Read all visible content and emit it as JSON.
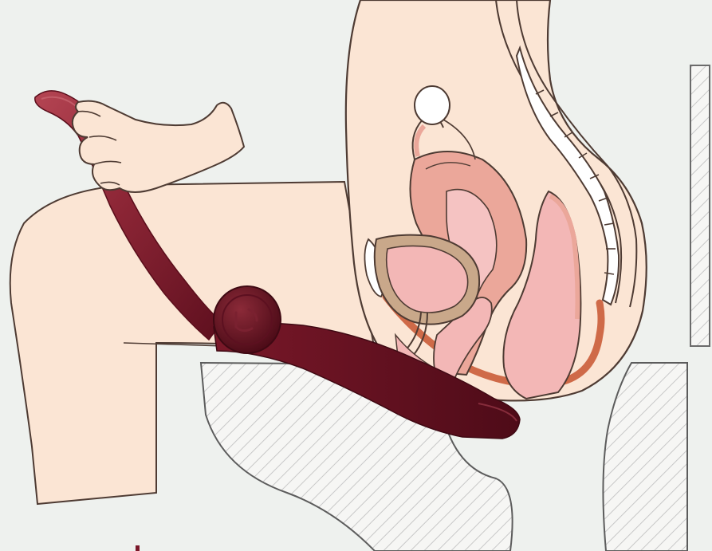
{
  "colors": {
    "background": "#eef1ee",
    "skin": "#fbe5d4",
    "outline": "#4e3b33",
    "organ_pink": "#f3b7b6",
    "organ_salmon": "#eba79a",
    "bladder_rim": "#c9a88a",
    "wand_light": "#a23a47",
    "wand_dark": "#6e1324",
    "hatch": "#c8c8c8",
    "muscle_band": "#cf6a48",
    "spine": "#ffffff"
  },
  "parts": {
    "wand": "pelvic-massage-wand",
    "hand": "hand",
    "thigh": "thigh",
    "torso": "pelvis-cross-section",
    "spine": "tailbone",
    "bladder": "bladder",
    "uterus": "uterus",
    "rectum": "rectum",
    "ovary": "ovary",
    "pubic_bone": "pubic-bone",
    "pelvic_floor": "pelvic-floor-muscle",
    "chair_seat": "chair-seat",
    "chair_back": "chair-backrest"
  }
}
